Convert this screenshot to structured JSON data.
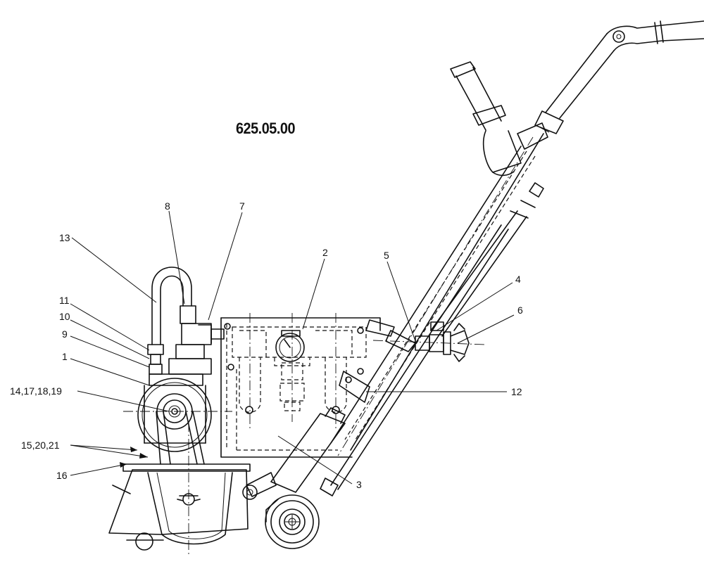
{
  "title": "625.05.00",
  "callouts": [
    {
      "id": "c13",
      "text": "13"
    },
    {
      "id": "c8",
      "text": "8"
    },
    {
      "id": "c7",
      "text": "7"
    },
    {
      "id": "c2",
      "text": "2"
    },
    {
      "id": "c5",
      "text": "5"
    },
    {
      "id": "c4",
      "text": "4"
    },
    {
      "id": "c6",
      "text": "6"
    },
    {
      "id": "c11",
      "text": "11"
    },
    {
      "id": "c10",
      "text": "10"
    },
    {
      "id": "c9",
      "text": "9"
    },
    {
      "id": "c1",
      "text": "1"
    },
    {
      "id": "c14",
      "text": "14,17,18,19"
    },
    {
      "id": "c12",
      "text": "12"
    },
    {
      "id": "c15",
      "text": "15,20,21"
    },
    {
      "id": "c16",
      "text": "16"
    },
    {
      "id": "c3",
      "text": "3"
    }
  ],
  "colors": {
    "ink": "#111111",
    "paper": "#ffffff"
  }
}
